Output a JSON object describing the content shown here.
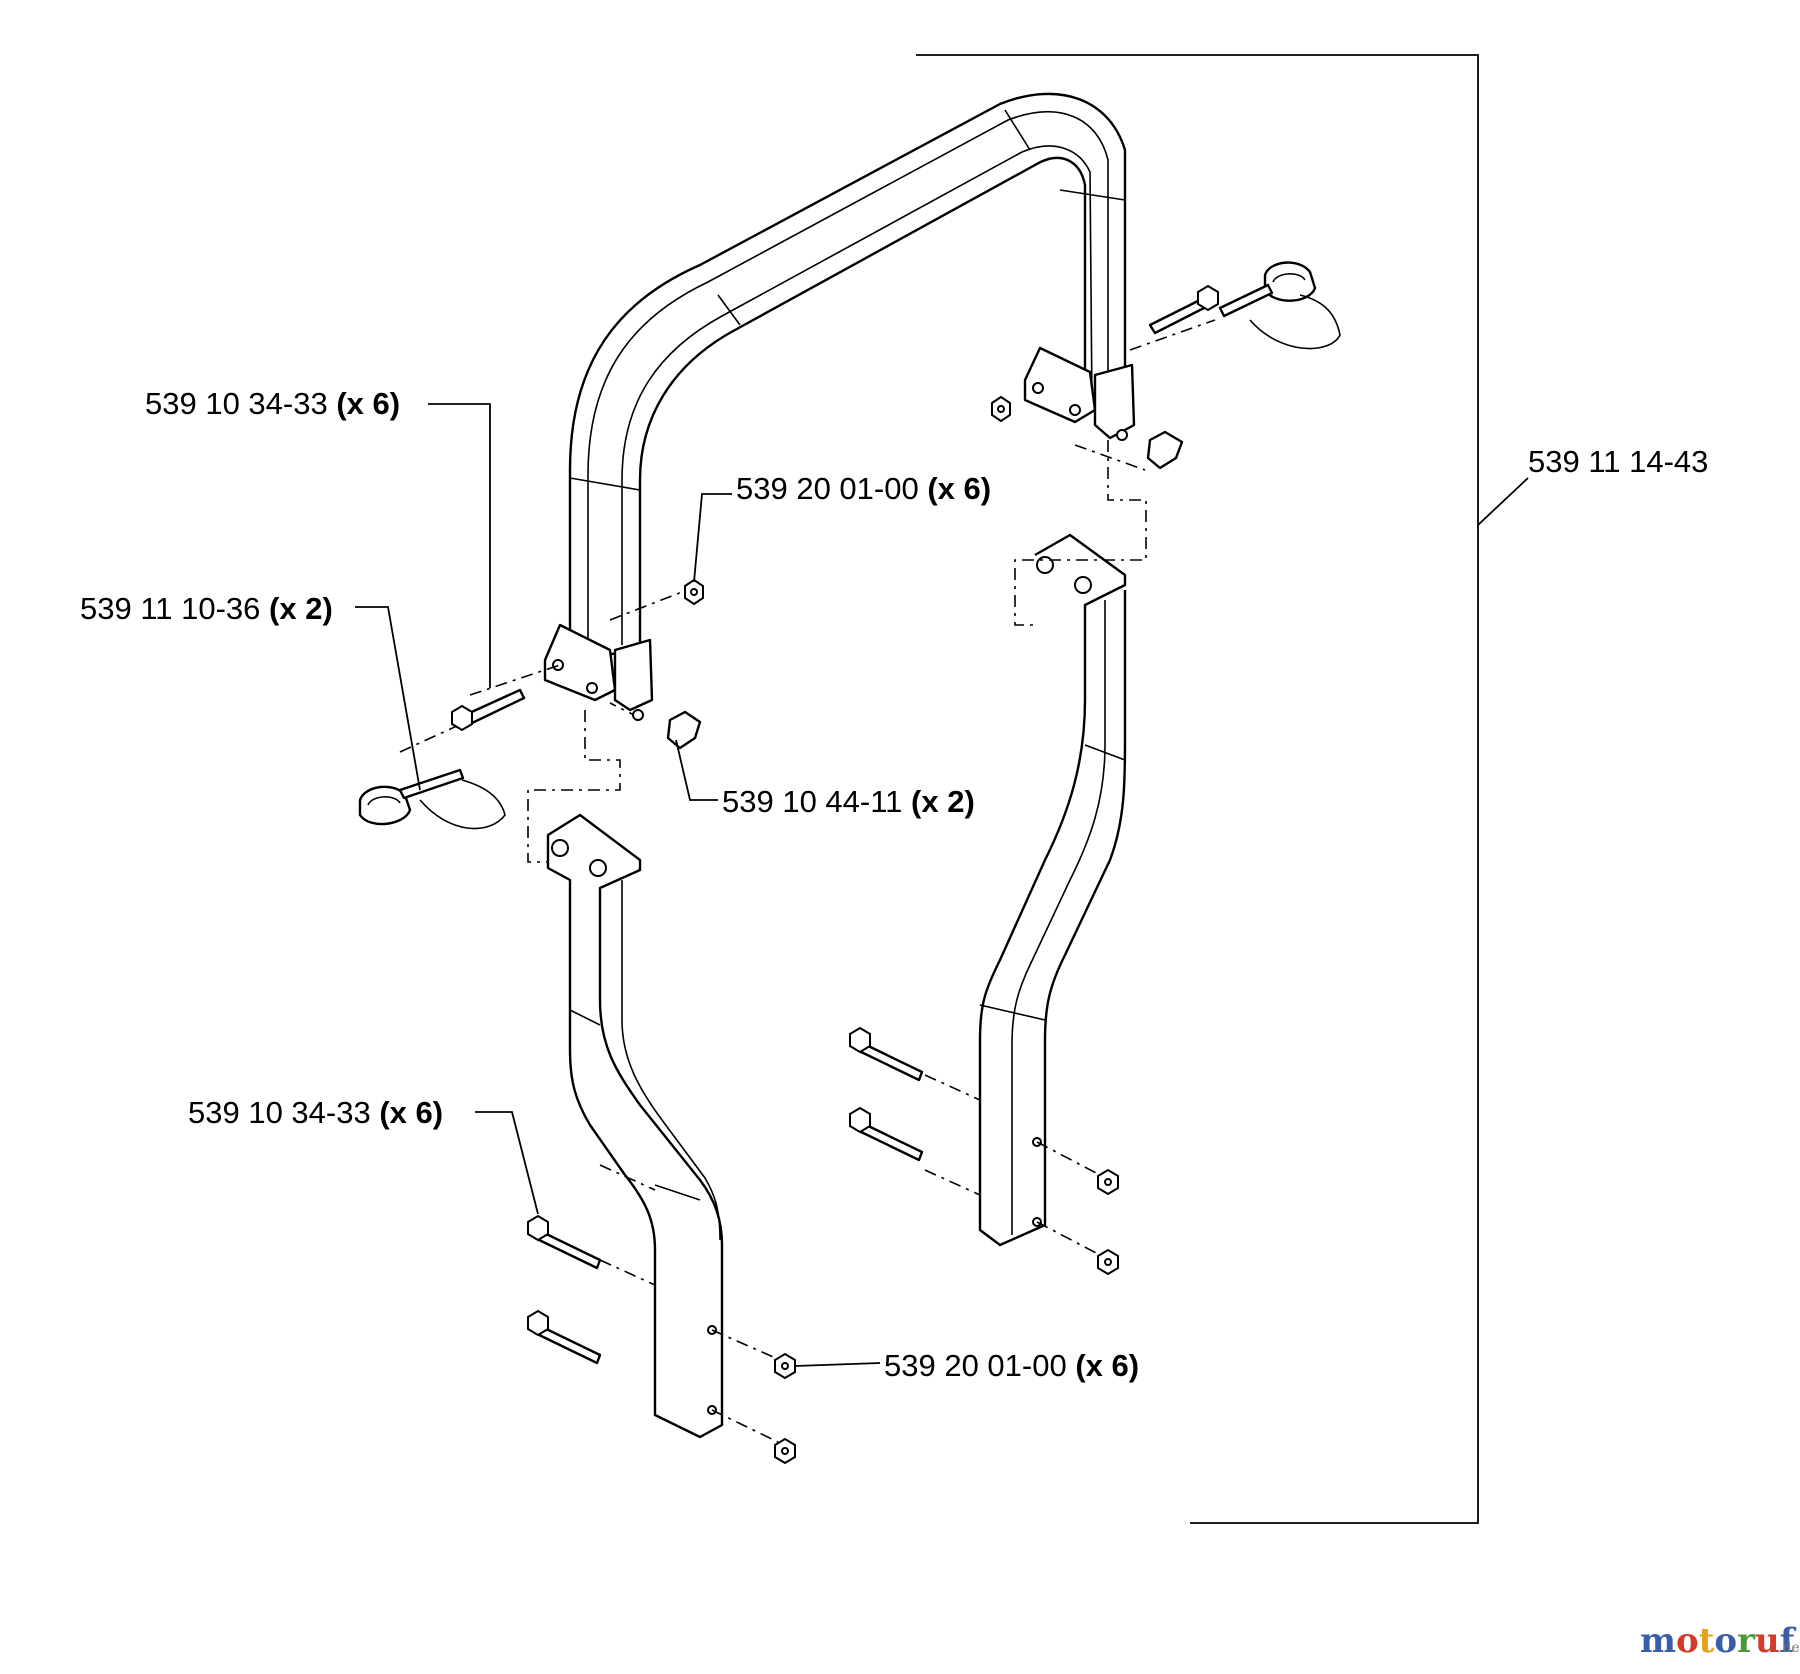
{
  "labels": {
    "bolt_top_left": {
      "part": "539 10 34-33",
      "qty": "(x 6)"
    },
    "nut_top": {
      "part": "539 20 01-00",
      "qty": "(x 6)"
    },
    "pin_left": {
      "part": "539 11 10-36",
      "qty": "(x 2)"
    },
    "knob": {
      "part": "539 10 44-11",
      "qty": "(x 2)"
    },
    "bolt_bottom": {
      "part": "539 10 34-33",
      "qty": "(x 6)"
    },
    "nut_bottom": {
      "part": "539 20 01-00",
      "qty": "(x 6)"
    },
    "assembly": {
      "part": "539 11 14-43"
    }
  },
  "watermark": {
    "letters": [
      {
        "ch": "m",
        "color": "#3a5fa8"
      },
      {
        "ch": "o",
        "color": "#d23a2a"
      },
      {
        "ch": "t",
        "color": "#e6a21a"
      },
      {
        "ch": "o",
        "color": "#3a5fa8"
      },
      {
        "ch": "r",
        "color": "#4a9a3a"
      },
      {
        "ch": "u",
        "color": "#d23a2a"
      },
      {
        "ch": "f",
        "color": "#3a5fa8"
      }
    ],
    "suffix": ".de"
  }
}
